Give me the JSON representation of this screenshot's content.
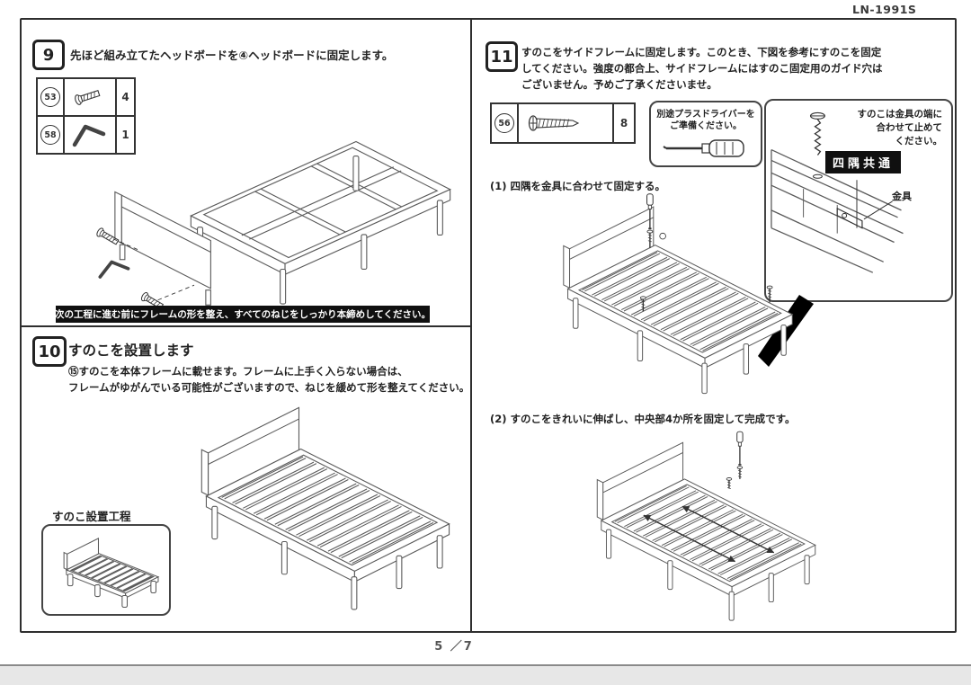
{
  "page": {
    "model": "LN-1991S",
    "page_indicator": "5 ／7"
  },
  "step9": {
    "number": "9",
    "instruction": "先ほど組み立てたヘッドボードを④ヘッドボードに固定します。",
    "parts": [
      {
        "id": "53",
        "count": "4"
      },
      {
        "id": "58",
        "count": "1"
      }
    ],
    "warning": "次の工程に進む前にフレームの形を整え、すべてのねじをしっかり本締めしてください。"
  },
  "step10": {
    "number": "10",
    "title": "すのこを設置します",
    "body_line1": "⑮すのこを本体フレームに載せます。フレームに上手く入らない場合は、",
    "body_line2": "フレームがゆがんでいる可能性がございますので、ねじを緩めて形を整えてください。",
    "inset_label": "すのこ設置工程"
  },
  "step11": {
    "number": "11",
    "instruction_line1": "すのこをサイドフレームに固定します。このとき、下図を参考にすのこを固定",
    "instruction_line2": "してください。強度の都合上、サイドフレームにはすのこ固定用のガイド穴は",
    "instruction_line3": "ございません。予めご了承くださいませ。",
    "part": {
      "id": "56",
      "count": "8"
    },
    "tool_line1": "別途プラスドライバーを",
    "tool_line2": "ご準備ください。",
    "note_line1": "すのこは金具の端に",
    "note_line2": "合わせて止めて",
    "note_line3": "ください。",
    "corner_badge": "四隅共通",
    "bracket_label": "金具",
    "substep1": "(1) 四隅を金具に合わせて固定する。",
    "substep2": "(2) すのこをきれいに伸ばし、中央部4か所を固定して完成です。"
  }
}
